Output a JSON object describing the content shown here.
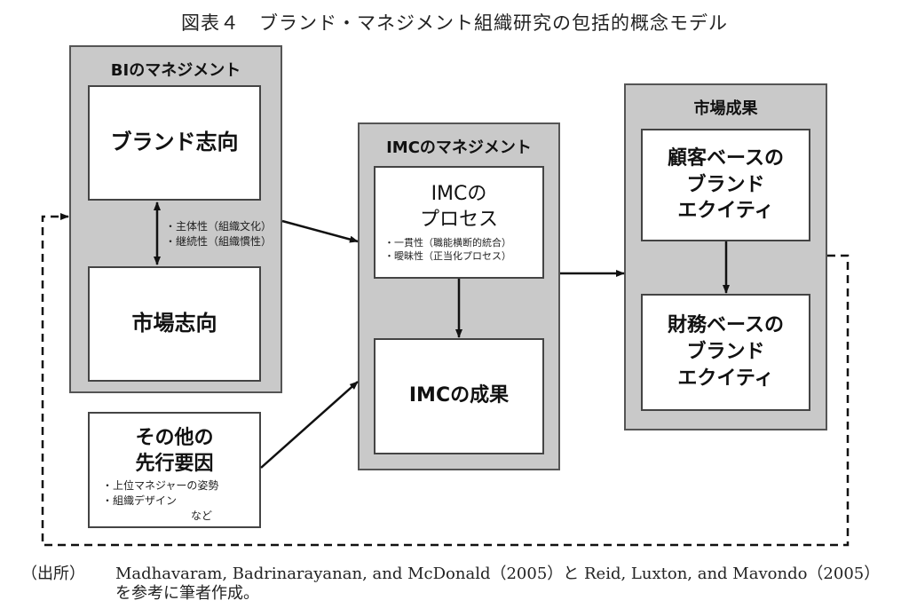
{
  "title": "図表４　ブランド・マネジメント組織研究の包括的概念モデル",
  "groups": {
    "bi": {
      "title": "BIのマネジメント",
      "brand_orientation": "ブランド志向",
      "market_orientation": "市場志向",
      "notes": [
        "・主体性（組織文化）",
        "・継続性（組織慣性）"
      ]
    },
    "imc": {
      "title": "IMCのマネジメント",
      "process": "IMCの\nプロセス",
      "process_notes": [
        "・一貫性（職能横断的統合）",
        "・曖昧性（正当化プロセス）"
      ],
      "outcome": "IMCの成果"
    },
    "market": {
      "title": "市場成果",
      "customer_equity": "顧客ベースの\nブランド\nエクイティ",
      "financial_equity": "財務ベースの\nブランド\nエクイティ"
    }
  },
  "other": {
    "title": "その他の\n先行要因",
    "notes": [
      "・上位マネジャーの姿勢",
      "・組織デザイン"
    ],
    "etc": "など"
  },
  "source": {
    "lead": "（出所）",
    "line1": "Madhavaram, Badrinarayanan, and McDonald（2005）と Reid, Luxton, and Mavondo（2005）",
    "line2": "を参考に筆者作成。"
  }
}
